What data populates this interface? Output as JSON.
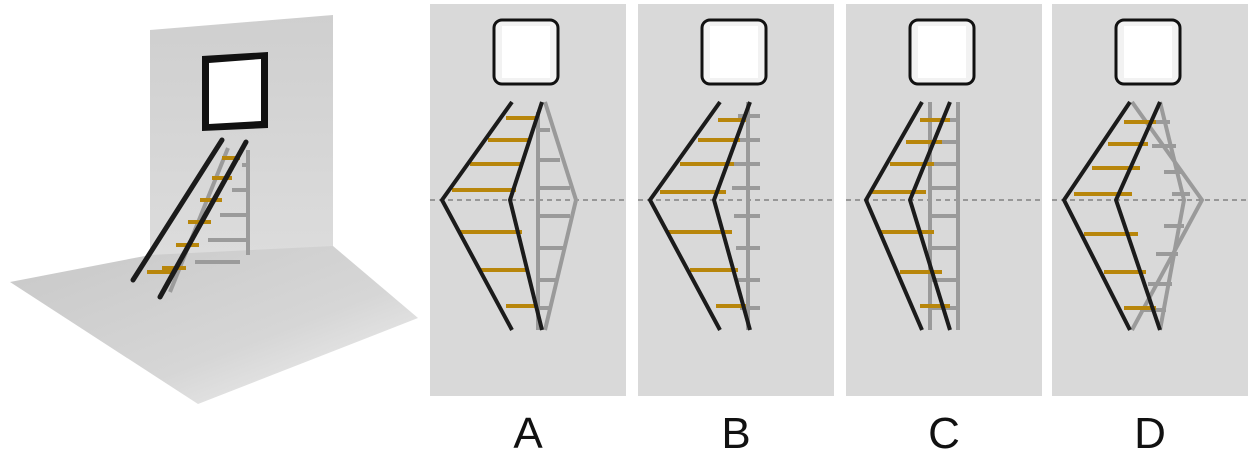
{
  "colors": {
    "panel": "#d9d9d9",
    "ladder_front": "#1b1b1b",
    "ladder_reflection": "#9a9a9a",
    "rung": "#b8860b",
    "window_frame": "#111111",
    "horizon_line": "#555555"
  },
  "icons": {
    "scene": "ladder-against-wall-illustration",
    "window": "window-icon",
    "ladder": "ladder-icon"
  },
  "options": [
    {
      "label": "A"
    },
    {
      "label": "B"
    },
    {
      "label": "C"
    },
    {
      "label": "D"
    }
  ]
}
